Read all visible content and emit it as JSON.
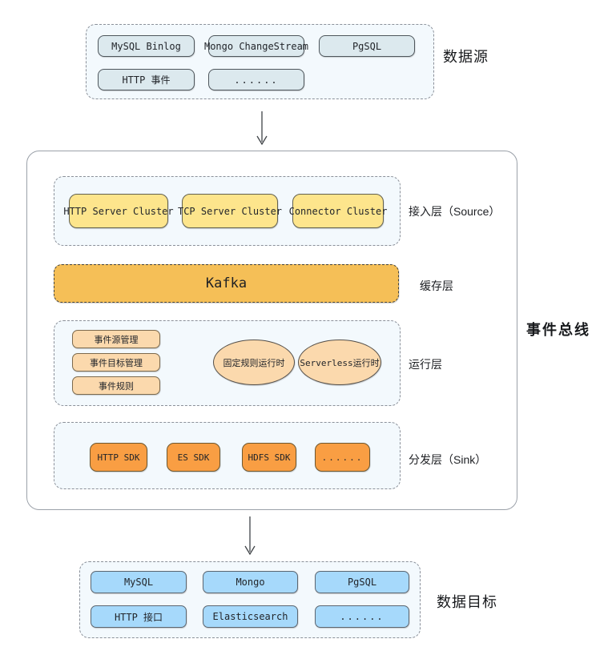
{
  "data_source": {
    "label": "数据源",
    "items": [
      "MySQL Binlog",
      "Mongo ChangeStream",
      "PgSQL",
      "HTTP 事件",
      "......"
    ]
  },
  "event_bus": {
    "label": "事件总线",
    "layers": {
      "source": {
        "label": "接入层（Source）",
        "items": [
          "HTTP Server Cluster",
          "TCP Server Cluster",
          "Connector Cluster"
        ]
      },
      "cache": {
        "label": "缓存层",
        "items": [
          "Kafka"
        ]
      },
      "runtime": {
        "label": "运行层",
        "management_items": [
          "事件源管理",
          "事件目标管理",
          "事件规则"
        ],
        "runtimes": [
          "固定规则运行时",
          "Serverless运行时"
        ]
      },
      "sink": {
        "label": "分发层（Sink）",
        "items": [
          "HTTP SDK",
          "ES SDK",
          "HDFS SDK",
          "......"
        ]
      }
    }
  },
  "data_target": {
    "label": "数据目标",
    "items": [
      "MySQL",
      "Mongo",
      "PgSQL",
      "HTTP 接口",
      "Elasticsearch",
      "......"
    ]
  },
  "colors": {
    "source_node": "#dce9ee",
    "access_node": "#fde58c",
    "kafka_node": "#f5bf57",
    "runtime_node": "#fbd9ad",
    "sdk_node": "#f99e43",
    "target_node": "#a6d9fb",
    "group_bg": "#f3f9fd"
  }
}
